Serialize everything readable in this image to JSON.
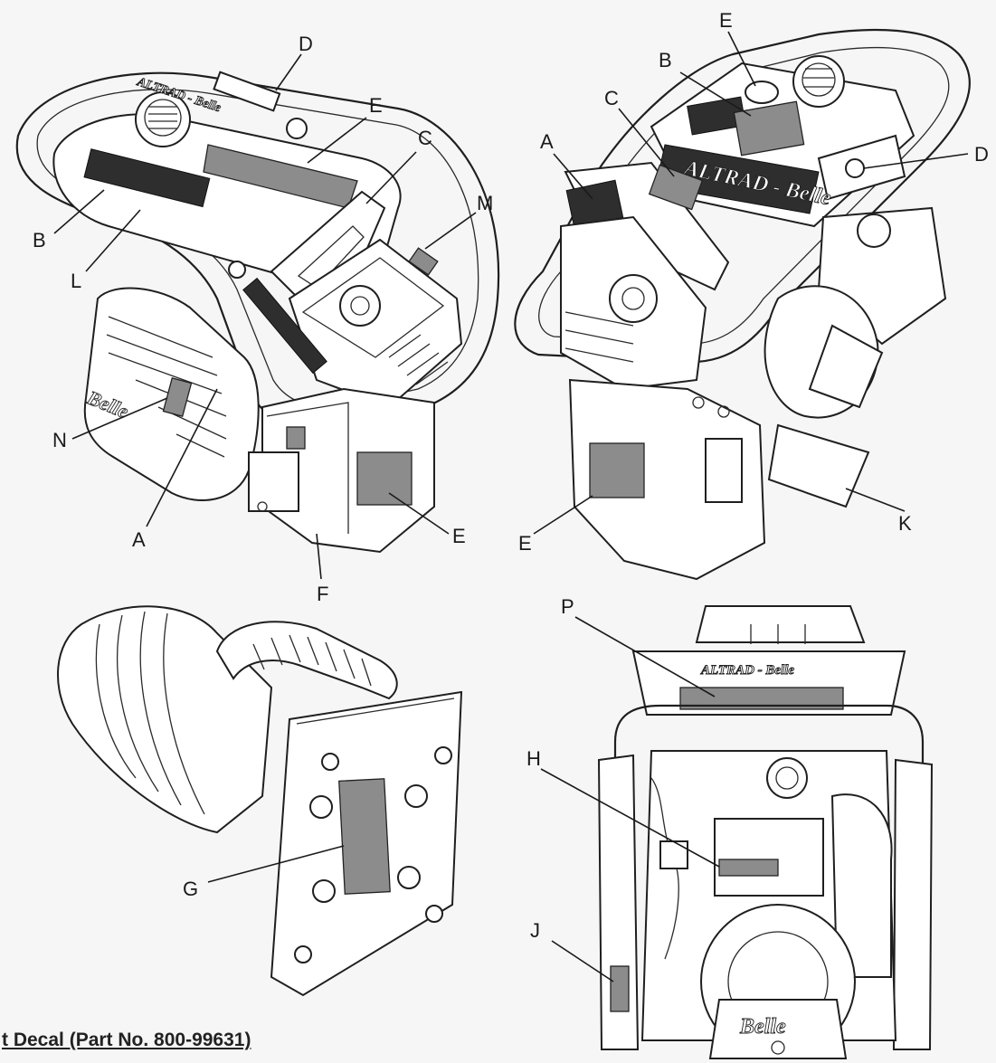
{
  "views": {
    "front_left": {
      "brand": "ALTRAD - Belle",
      "badge": "Belle",
      "callouts": [
        "D",
        "E",
        "C",
        "M",
        "B",
        "L",
        "N",
        "A",
        "E",
        "F"
      ]
    },
    "front_right": {
      "brand": "ALTRAD - Belle",
      "callouts": [
        "E",
        "B",
        "C",
        "A",
        "D",
        "K",
        "E"
      ]
    },
    "base_plate": {
      "callouts": [
        "G"
      ]
    },
    "rear": {
      "brand": "ALTRAD - Belle",
      "badge": "Belle",
      "callouts": [
        "P",
        "H",
        "J"
      ]
    }
  },
  "footer": "t Decal (Part No. 800-99631)"
}
